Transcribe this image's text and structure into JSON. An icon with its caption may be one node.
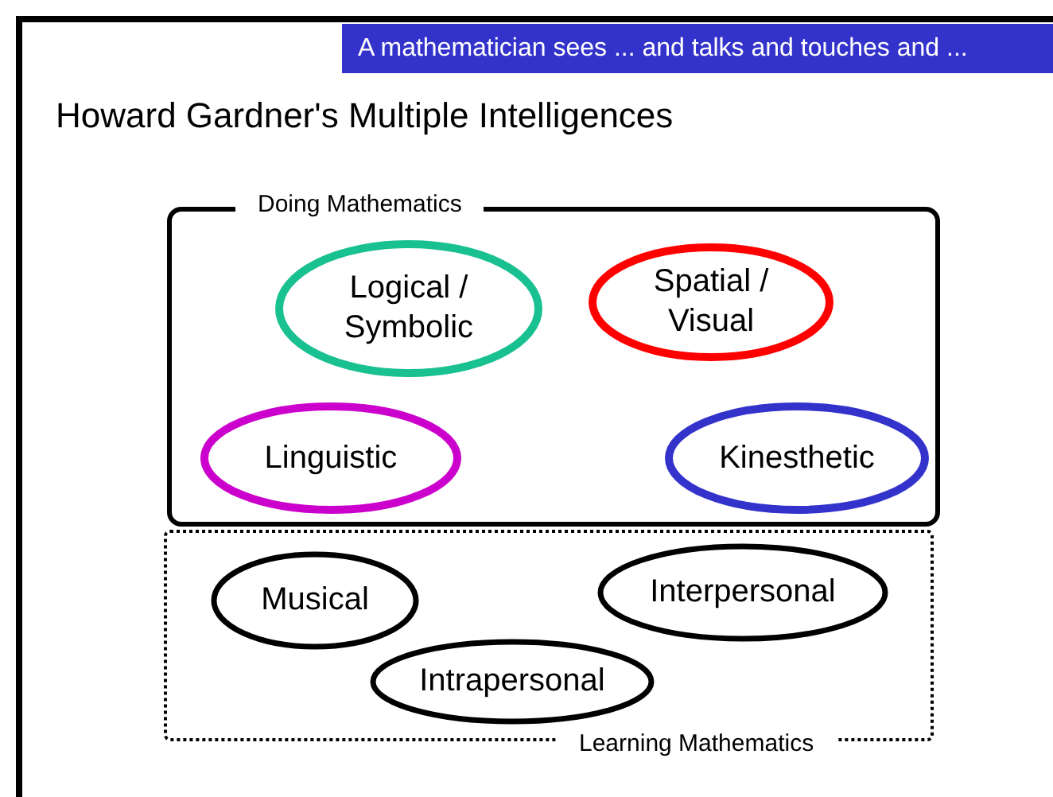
{
  "diagram": {
    "title": "Howard Gardner's Multiple Intelligences",
    "nodes": [
      {
        "text": [
          "Doing Mathematics"
        ]
      },
      {
        "text": [
          "Logical / Symbolic"
        ],
        "in": 0
      },
      {
        "text": [
          "Spatial / Visual"
        ],
        "in": 0
      },
      {
        "text": [
          "Linguistic"
        ],
        "in": 0
      },
      {
        "text": [
          "Kinesthetic"
        ],
        "in": 0
      },
      {
        "text": [
          "Learning Mathematics"
        ]
      },
      {
        "text": [
          "Musical"
        ],
        "in": 5
      },
      {
        "text": [
          "Interpersonal"
        ],
        "in": 5
      },
      {
        "text": [
          "Intrapersonal"
        ],
        "in": 5
      }
    ],
    "labels": [
      "A mathematician sees ... and talks and touches and ..."
    ]
  }
}
